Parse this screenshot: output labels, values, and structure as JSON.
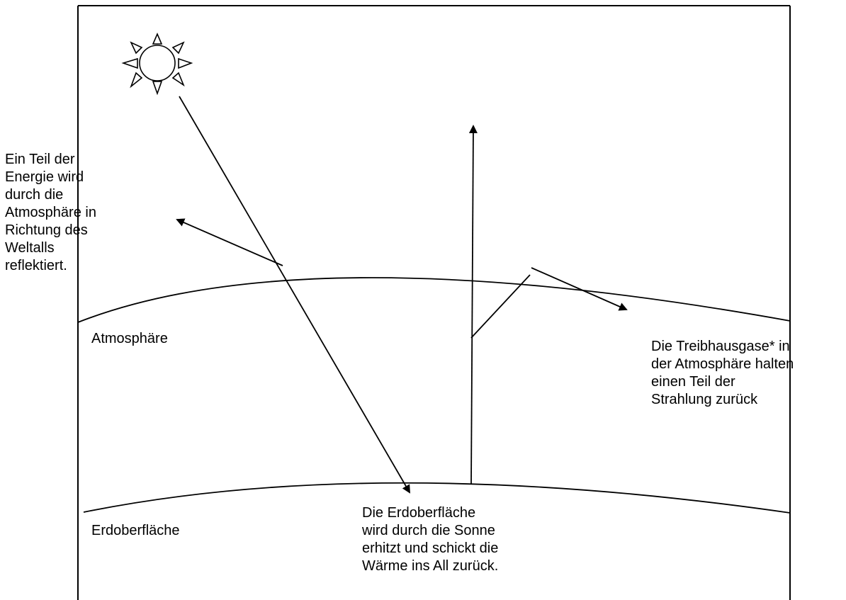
{
  "labels": {
    "reflected": "Ein Teil der\nEnergie wird\ndurch die\nAtmosphäre in\nRichtung des\nWeltalls\nreflektiert.",
    "atmosphere": "Atmosphäre",
    "surface": "Erdoberfläche",
    "heat_return": "Die Erdoberfläche\nwird durch die Sonne\nerhitzt und schickt die\nWärme ins All zurück.",
    "greenhouse": "Die Treibhausgase* in\nder Atmosphäre halten\neinen Teil der\nStrahlung zurück"
  },
  "icons": {
    "sun": "sun-icon"
  },
  "colors": {
    "stroke": "#000000",
    "background": "#ffffff"
  }
}
